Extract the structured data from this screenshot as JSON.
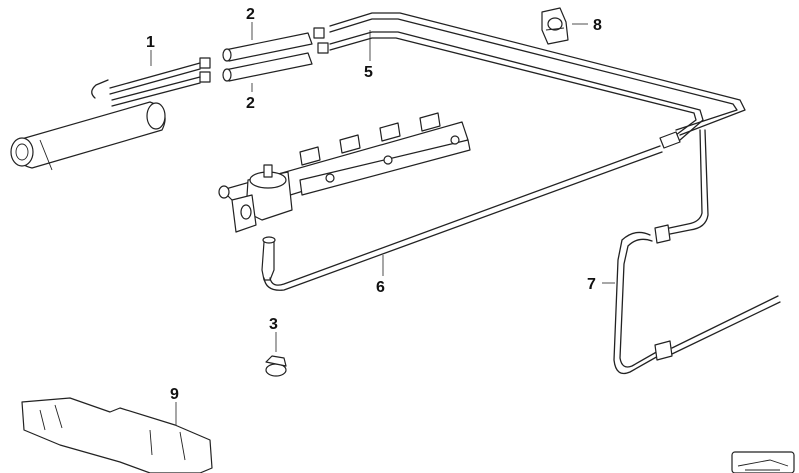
{
  "diagram": {
    "callouts": {
      "c1": "1",
      "c2a": "2",
      "c2b": "2",
      "c3": "3",
      "c5": "5",
      "c6": "6",
      "c7": "7",
      "c8": "8",
      "c9": "9"
    }
  },
  "colors": {
    "line": "#222222",
    "background": "#ffffff"
  }
}
